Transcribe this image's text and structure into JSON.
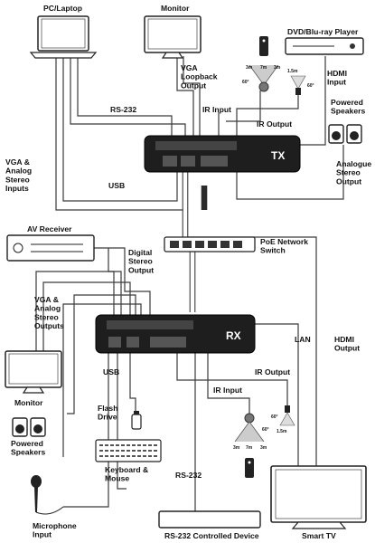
{
  "devices": {
    "pc": "PC/Laptop",
    "monitor_top": "Monitor",
    "dvd": "DVD/Blu-ray Player",
    "av_receiver": "AV Receiver",
    "poe_switch": "PoE Network\nSwitch",
    "monitor_bottom": "Monitor",
    "speakers_top": "Powered\nSpeakers",
    "speakers_bottom": "Powered\nSpeakers",
    "flash_drive": "Flash\nDrive",
    "keyboard": "Keyboard &\nMouse",
    "rs232_device": "RS-232 Controlled Device",
    "smart_tv": "Smart TV",
    "microphone": "Microphone\nInput"
  },
  "boxes": {
    "tx": "TX",
    "rx": "RX"
  },
  "labels": {
    "vga_loopback": "VGA\nLoopback\nOutput",
    "hdmi_input": "HDMI\nInput",
    "rs232_top": "RS-232",
    "ir_input_top": "IR Input",
    "ir_output_top": "IR Output",
    "vga_analog_inputs": "VGA &\nAnalog\nStereo\nInputs",
    "usb_top": "USB",
    "analogue_out": "Analogue\nStereo\nOutput",
    "digital_stereo": "Digital\nStereo\nOutput",
    "vga_analog_outputs": "VGA &\nAnalog\nStereo\nOutputs",
    "usb_bottom": "USB",
    "lan": "LAN",
    "hdmi_output": "HDMI\nOutput",
    "ir_output_bottom": "IR Output",
    "ir_input_bottom": "IR Input",
    "rs232_bottom": "RS-232"
  },
  "ir_ranges": {
    "top_left": "3m",
    "top_mid": "7m",
    "top_right": "3m",
    "top_angle": "60°",
    "top_emitter_dist": "1.5m",
    "top_emitter_angle": "60°",
    "bottom_left": "3m",
    "bottom_mid": "7m",
    "bottom_right": "3m",
    "bottom_angle": "60°",
    "bottom_emitter_dist": "1.5m",
    "bottom_emitter_angle": "60°"
  }
}
